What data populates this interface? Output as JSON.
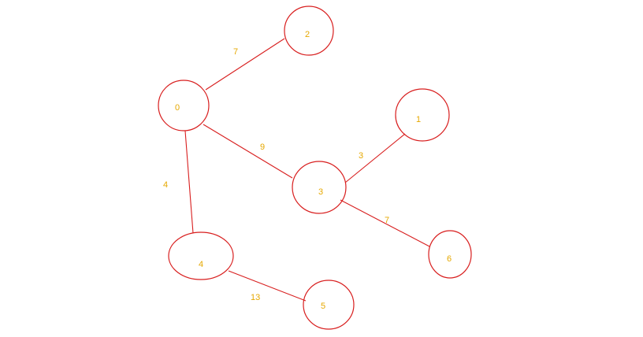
{
  "graph": {
    "colors": {
      "stroke": "#d81e1e",
      "label": "#e6a800",
      "background": "#ffffff"
    },
    "nodes": [
      {
        "id": "0",
        "label": "0"
      },
      {
        "id": "1",
        "label": "1"
      },
      {
        "id": "2",
        "label": "2"
      },
      {
        "id": "3",
        "label": "3"
      },
      {
        "id": "4",
        "label": "4"
      },
      {
        "id": "5",
        "label": "5"
      },
      {
        "id": "6",
        "label": "6"
      }
    ],
    "edges": [
      {
        "from": "0",
        "to": "2",
        "weight": "7"
      },
      {
        "from": "0",
        "to": "3",
        "weight": "9"
      },
      {
        "from": "0",
        "to": "4",
        "weight": "4"
      },
      {
        "from": "3",
        "to": "1",
        "weight": "3"
      },
      {
        "from": "3",
        "to": "6",
        "weight": "7"
      },
      {
        "from": "4",
        "to": "5",
        "weight": "13"
      }
    ]
  }
}
